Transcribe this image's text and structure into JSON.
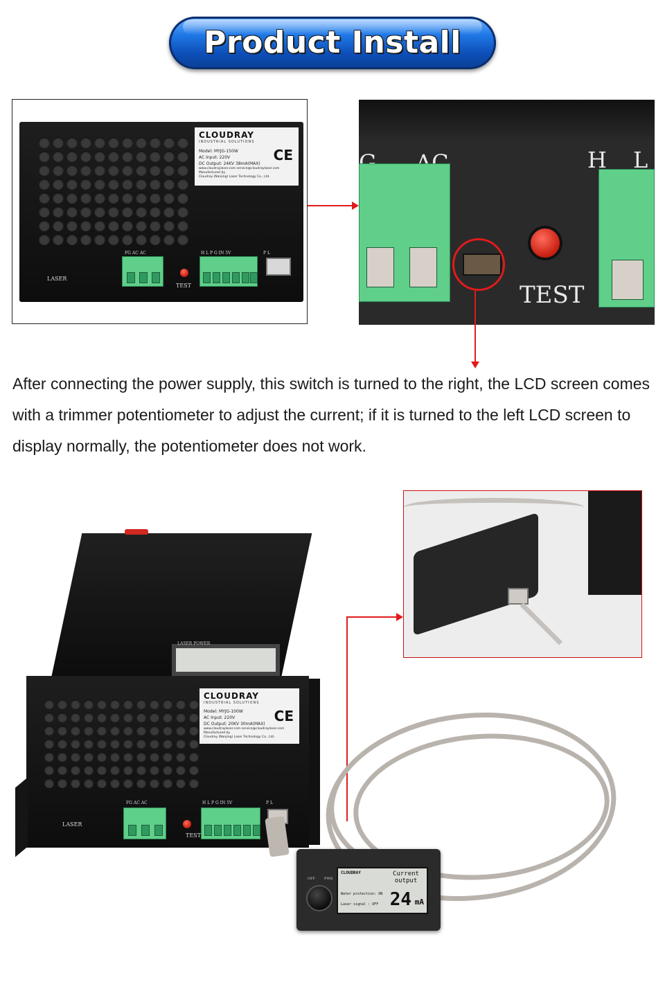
{
  "banner": {
    "title": "Product Install"
  },
  "top_left_photo": {
    "brand": "CLOUDRAY",
    "brand_sub": "INDUSTRIAL SOLUTIONS",
    "model": "Model:   MYJG-150W",
    "ac_input": "AC Input:   220V",
    "dc_output": "DC Output:  24KV 38mA(MAX)",
    "website": "www.cloudraylaser.com   service@cloudraylaser.com",
    "manufacturer": "Manufactured by",
    "company": "Cloudray (Nanjing) Laser Technology Co., Ltd.",
    "ce": "CE",
    "laser_label": "LASER",
    "test_label": "TEST",
    "terminal_left": "FG  AC  AC",
    "terminal_right": "H  L  P  G  IN  5V",
    "port_labels": "P     L"
  },
  "top_right_photo": {
    "ac_label": "AC",
    "left_partial": "G",
    "h_label": "H",
    "l_label": "L",
    "test_label": "TEST"
  },
  "description": "After connecting the power supply, this switch is turned to the right, the LCD screen comes with a trimmer potentiometer to adjust the current; if it is turned to the left LCD screen to display normally, the potentiometer does not work.",
  "big_device": {
    "top_label": "LASER POWER",
    "brand": "CLOUDRAY",
    "brand_sub": "INDUSTRIAL SOLUTIONS",
    "model": "Model:   MYJG-100W",
    "ac_input": "AC Input:   220V",
    "dc_output": "DC Output:  20KV 30mA(MAX)",
    "website": "www.cloudraylaser.com   service@cloudraylaser.com",
    "manufacturer": "Manufactured by",
    "company": "Cloudray (Nanjing) Laser Technology Co., Ltd.",
    "ce": "CE",
    "laser_label": "LASER",
    "test_label": "TEST",
    "terminal_left": "FG  AC  AC",
    "terminal_right": "H  L  P  G  IN  5V",
    "port_labels": "P     L"
  },
  "lcd_panel": {
    "brand": "CLOUDRAY",
    "heading": "Current output",
    "water_label": "Water protection:",
    "water_value": "ON",
    "laser_label": "Laser signal :",
    "laser_value": "OFF",
    "value": "24",
    "unit": "mA",
    "knob_left": "OFF",
    "knob_right": "PWR"
  },
  "colors": {
    "arrow": "#e01b1b",
    "banner": "#1f78e6",
    "terminal": "#5fcf8a"
  }
}
